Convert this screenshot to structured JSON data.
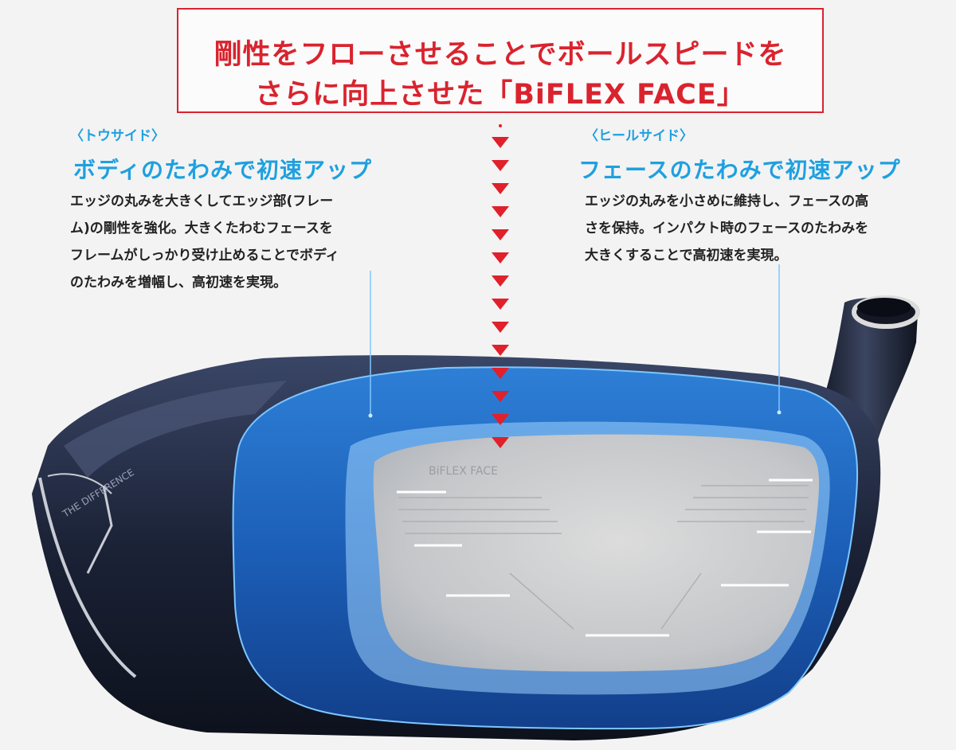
{
  "headline": {
    "line1": "剛性をフローさせることでボールスピードを",
    "line2": "さらに向上させた「BiFLEX FACE」"
  },
  "toe": {
    "tag": "〈トウサイド〉",
    "title": "ボディのたわみで初速アップ",
    "lines": [
      "エッジの丸みを大きくしてエッジ部(フレー",
      "ム)の剛性を強化。大きくたわむフェースを",
      "フレームがしっかり受け止めることでボディ",
      "のたわみを増幅し、高初速を実現。"
    ]
  },
  "heel": {
    "tag": "〈ヒールサイド〉",
    "title": "フェースのたわみで初速アップ",
    "lines": [
      "エッジの丸みを小さめに維持し、フェースの高",
      "さを保持。インパクト時のフェースのたわみを",
      "大きくすることで高初速を実現。"
    ]
  },
  "face_print": "BiFLEX FACE",
  "crown_print": "THE DIFFERENCE",
  "colors": {
    "headline_red": "#d9232e",
    "accent_blue": "#1ea0e0",
    "arrow_red": "#e0202a",
    "body_navy": "#1c2436"
  },
  "icons": {
    "arrow": "red-down-triangle"
  }
}
